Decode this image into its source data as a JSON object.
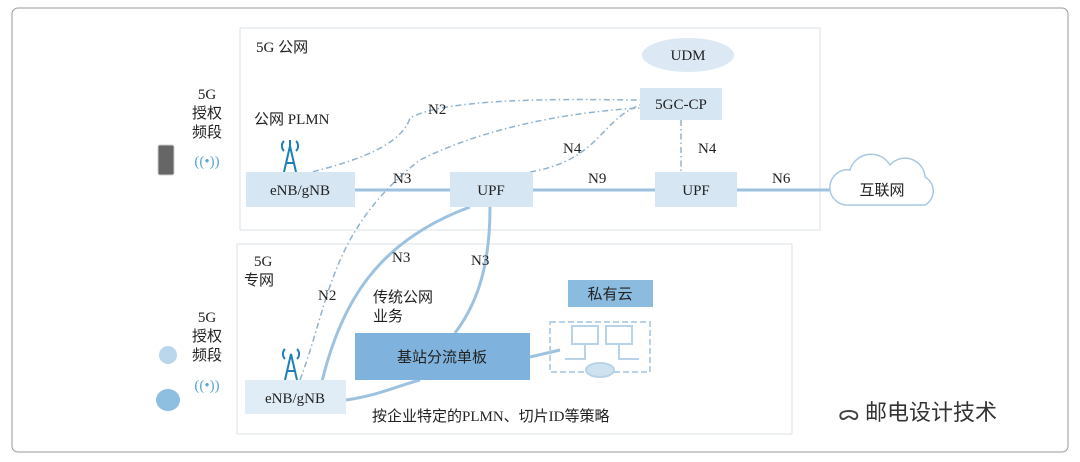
{
  "public_net": {
    "title": "5G 公网",
    "plmn": "公网 PLMN",
    "enb": "eNB/gNB",
    "upf1": "UPF",
    "upf2": "UPF",
    "udm": "UDM",
    "cp": "5GC-CP",
    "internet": "互联网"
  },
  "links": {
    "n2": "N2",
    "n3": "N3",
    "n4a": "N4",
    "n4b": "N4",
    "n9": "N9",
    "n6": "N6",
    "n3b": "N3",
    "n3c": "N3",
    "n2b": "N2"
  },
  "spectrum_top": [
    "5G",
    "授权",
    "频段"
  ],
  "spectrum_bottom": [
    "5G",
    "授权",
    "频段"
  ],
  "private_net": {
    "title": [
      "5G",
      "专网"
    ],
    "traditional": [
      "传统公网",
      "业务"
    ],
    "private_cloud": "私有云",
    "offload": "基站分流单板",
    "enb": "eNB/gNB",
    "policy": "按企业特定的PLMN、切片ID等策略"
  },
  "watermark": "邮电设计技术"
}
